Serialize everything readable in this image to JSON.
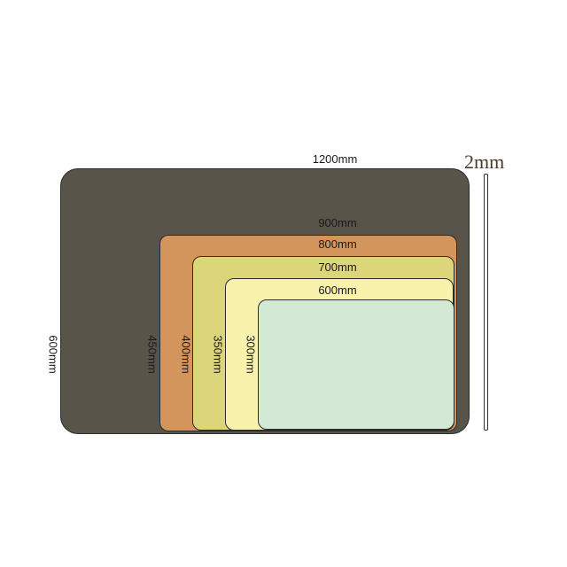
{
  "thickness": "2mm",
  "mats": [
    {
      "id": "xl",
      "width_label": "1200mm",
      "height_label": "600mm",
      "color": "#58544a"
    },
    {
      "id": "l",
      "width_label": "900mm",
      "height_label": "450mm",
      "color": "#d4955d"
    },
    {
      "id": "m",
      "width_label": "800mm",
      "height_label": "400mm",
      "color": "#dcd57a"
    },
    {
      "id": "s",
      "width_label": "700mm",
      "height_label": "350mm",
      "color": "#f8f2ac"
    },
    {
      "id": "xs",
      "width_label": "600mm",
      "height_label": "300mm",
      "color": "#d4e8d6"
    }
  ]
}
